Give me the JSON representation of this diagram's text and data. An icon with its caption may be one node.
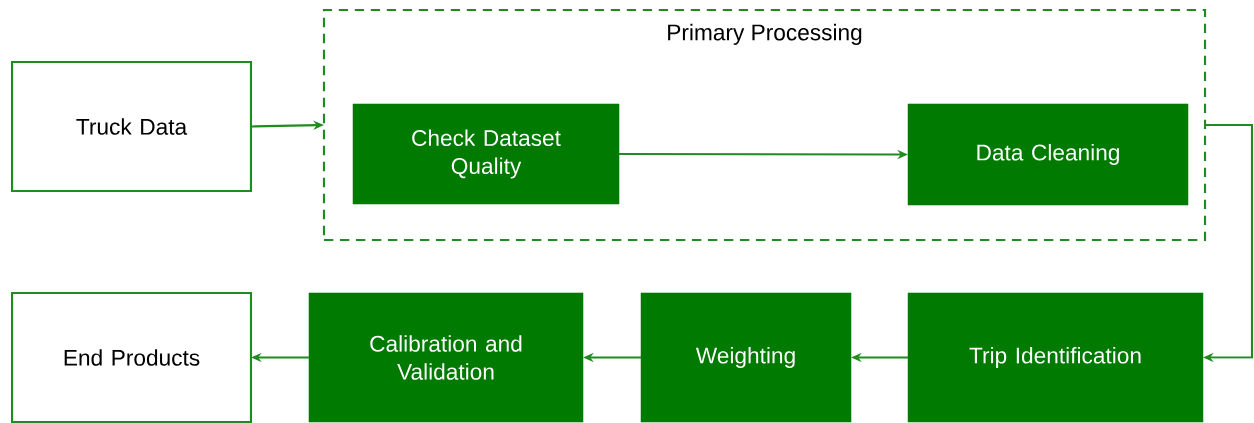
{
  "diagram": {
    "nodes": [
      {
        "text": [
          "Truck Data"
        ]
      },
      {
        "text": [
          "Primary Processing"
        ]
      },
      {
        "text": [
          "Check Dataset Quality"
        ],
        "in": 1
      },
      {
        "text": [
          "Data Cleaning"
        ],
        "in": 1
      },
      {
        "text": [
          "Trip Identification"
        ]
      },
      {
        "text": [
          "Weighting"
        ]
      },
      {
        "text": [
          "Calibration and Validation"
        ]
      },
      {
        "text": [
          "End Products"
        ]
      }
    ],
    "edges": [
      {
        "from": 0,
        "to": 1,
        "arrow": "to"
      },
      {
        "from": 2,
        "to": 3,
        "arrow": "to"
      },
      {
        "from": 1,
        "to": 4,
        "arrow": "to"
      },
      {
        "from": 4,
        "to": 5,
        "arrow": "to"
      },
      {
        "from": 5,
        "to": 6,
        "arrow": "to"
      },
      {
        "from": 6,
        "to": 7,
        "arrow": "to"
      }
    ]
  }
}
